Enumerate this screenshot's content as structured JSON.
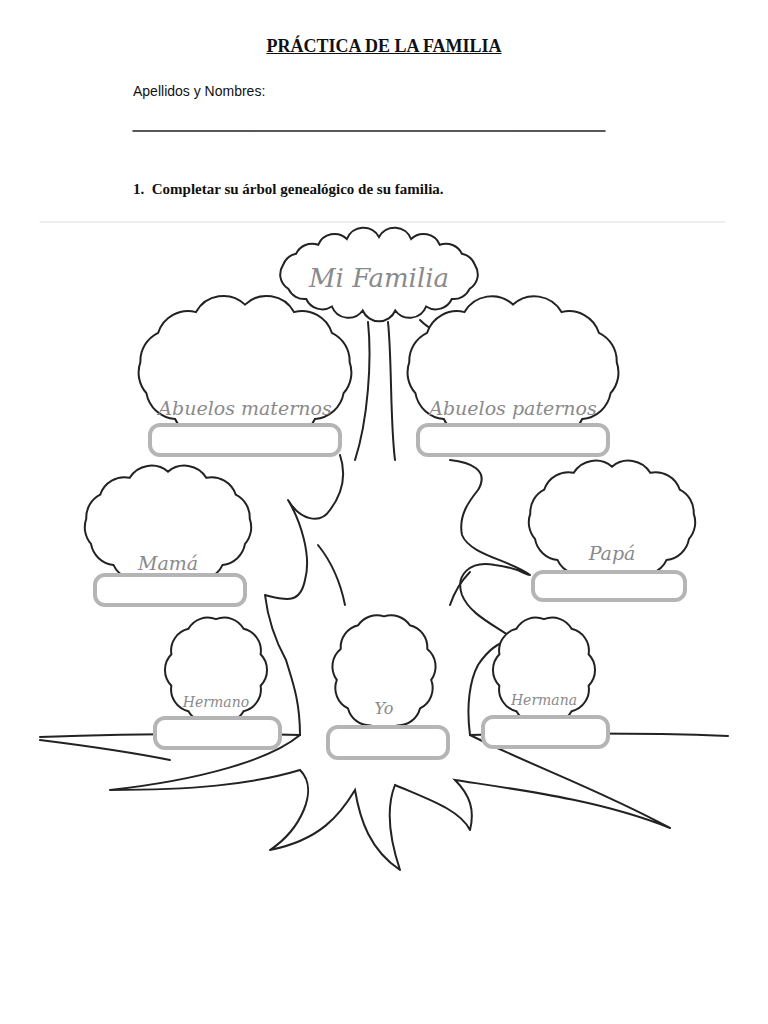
{
  "diagram": {
    "title": "PRÁCTICA DE LA FAMILIA",
    "nodes": [
      {
        "text": [
          "Mi Familia"
        ]
      },
      {
        "text": [
          "Abuelos maternos"
        ]
      },
      {
        "text": [
          "Abuelos paternos"
        ]
      },
      {
        "text": [
          "Mamá"
        ]
      },
      {
        "text": [
          "Papá"
        ]
      },
      {
        "text": [
          "Hermano"
        ]
      },
      {
        "text": [
          "Yo"
        ]
      },
      {
        "text": [
          "Hermana"
        ]
      }
    ],
    "labels": [
      "Apellidos y Nombres:",
      "1.  Completar su árbol genealógico de su familia."
    ]
  }
}
